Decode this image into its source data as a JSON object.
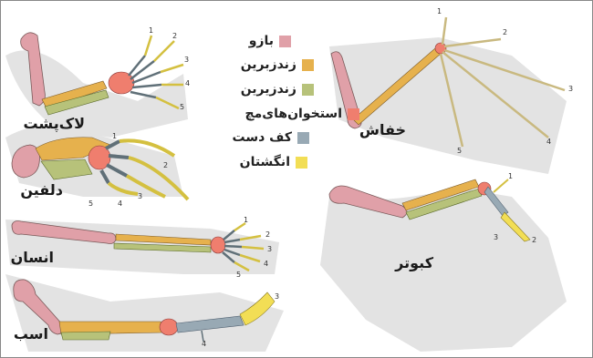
{
  "legend": [
    {
      "label": "بازو",
      "color": "#e0a0a8"
    },
    {
      "label": "زندزبرین",
      "color": "#e6b14d"
    },
    {
      "label": "زندزیرین",
      "color": "#b7c27a"
    },
    {
      "label": "استخوان‌های‌مچ",
      "color": "#ef7e6e"
    },
    {
      "label": "کف دست",
      "color": "#98a9b4"
    },
    {
      "label": "انگشتان",
      "color": "#f2de55"
    }
  ],
  "animals": {
    "turtle": "لاک‌پشت",
    "dolphin": "دلفین",
    "human": "انسان",
    "horse": "اسب",
    "bat": "خفاش",
    "pigeon": "کبوتر"
  },
  "digits": [
    "1",
    "2",
    "3",
    "4",
    "5"
  ]
}
